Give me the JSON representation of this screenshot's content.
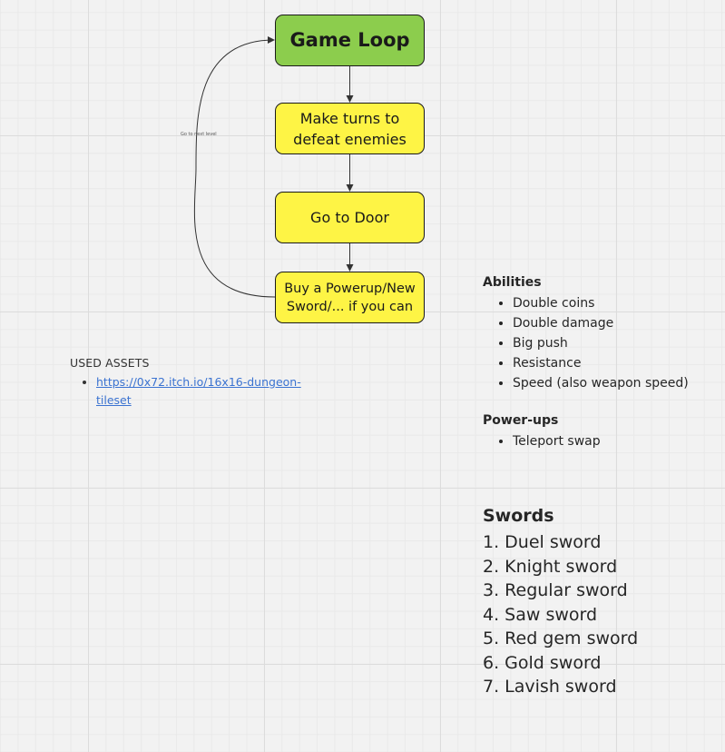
{
  "diagram": {
    "nodes": [
      {
        "id": "game-loop",
        "label": "Game Loop",
        "fill": "#8ccd4d",
        "emphasis": "title"
      },
      {
        "id": "make-turns",
        "label": "Make turns to\ndefeat enemies",
        "fill": "#fef445"
      },
      {
        "id": "go-to-door",
        "label": "Go to Door",
        "fill": "#fef445"
      },
      {
        "id": "buy-powerup",
        "label": "Buy a Powerup/New\nSword/... if you can",
        "fill": "#fef445"
      }
    ],
    "edges": [
      {
        "from": "game-loop",
        "to": "make-turns"
      },
      {
        "from": "make-turns",
        "to": "go-to-door"
      },
      {
        "from": "go-to-door",
        "to": "buy-powerup"
      },
      {
        "from": "buy-powerup",
        "to": "game-loop",
        "label": "Go to next level"
      }
    ]
  },
  "assets": {
    "heading": "USED ASSETS",
    "link_line1": "https://0x72.itch.io/16x16-dungeon-",
    "link_line2": "tileset"
  },
  "abilities": {
    "heading": "Abilities",
    "items": [
      "Double coins",
      "Double damage",
      "Big push",
      "Resistance",
      "Speed (also weapon speed)"
    ]
  },
  "powerups": {
    "heading": "Power-ups",
    "items": [
      "Teleport swap"
    ]
  },
  "swords": {
    "heading": "Swords",
    "items": [
      "1. Duel sword",
      "2. Knight sword",
      "3. Regular sword",
      "4. Saw sword",
      "5. Red gem sword",
      "6. Gold sword",
      "7. Lavish sword"
    ]
  },
  "colors": {
    "background": "#f2f2f2",
    "start_node": "#8ccd4d",
    "step_node": "#fef445",
    "link": "#3b73d1"
  }
}
